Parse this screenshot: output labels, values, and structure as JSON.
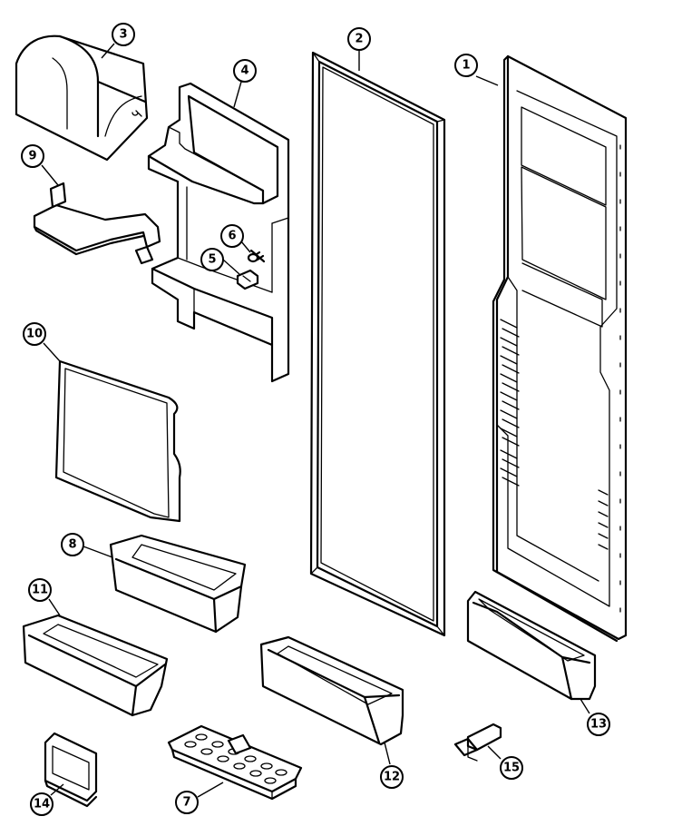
{
  "callouts": {
    "p1": "1",
    "p2": "2",
    "p3": "3",
    "p4": "4",
    "p5": "5",
    "p6": "6",
    "p7": "7",
    "p8": "8",
    "p9": "9",
    "p10": "10",
    "p11": "11",
    "p12": "12",
    "p13": "13",
    "p14": "14",
    "p15": "15"
  }
}
